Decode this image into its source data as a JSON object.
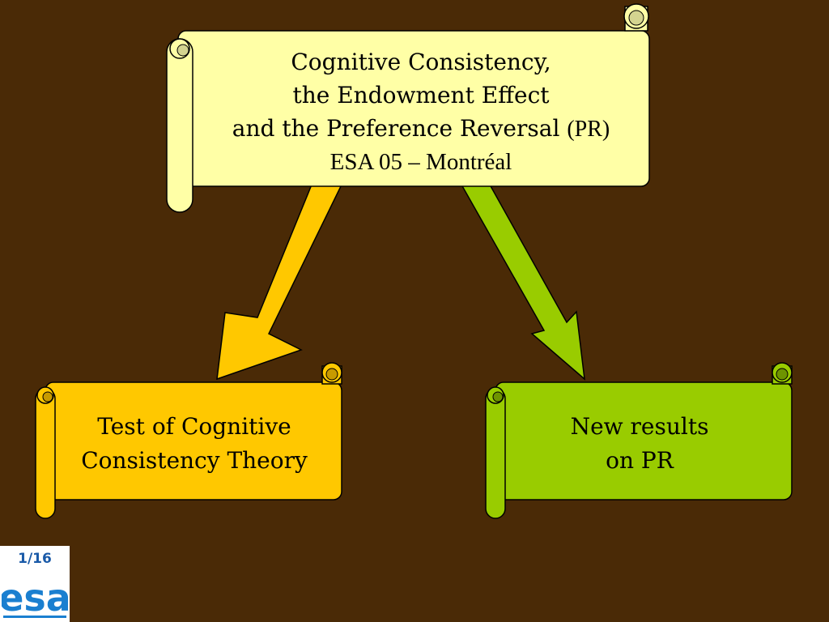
{
  "title_scroll": {
    "line1": "Cognitive Consistency,",
    "line2": "the Endowment Effect",
    "line3": "and the Preference Reversal",
    "line3_suffix": "(PR)",
    "line4": "ESA 05 – Montréal"
  },
  "left_scroll": {
    "line1": "Test of Cognitive",
    "line2": "Consistency Theory"
  },
  "right_scroll": {
    "line1": "New results",
    "line2": "on PR"
  },
  "footer": {
    "page_number": "1/16",
    "logo_text": "esa"
  },
  "colors": {
    "background": "#4a2a06",
    "title_scroll": "#ffffa6",
    "left_scroll": "#ffc800",
    "right_scroll": "#99cc00",
    "left_arrow": "#ffc800",
    "right_arrow": "#99cc00",
    "logo_blue": "#1a7fd0"
  }
}
